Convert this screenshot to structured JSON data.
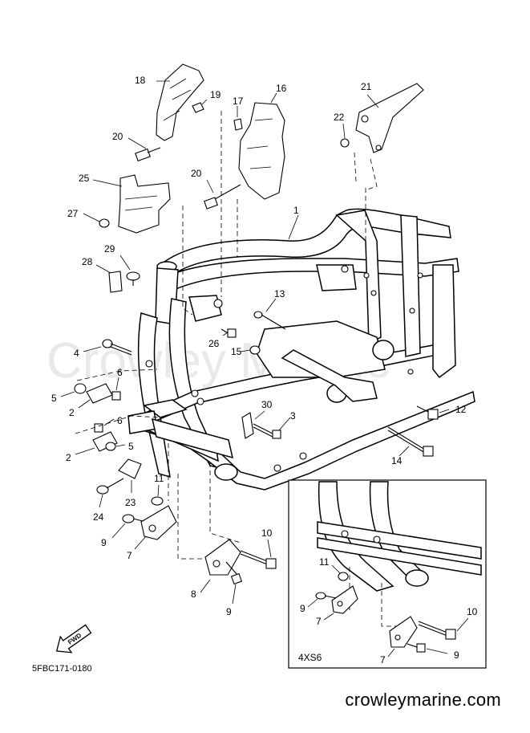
{
  "callouts": [
    {
      "id": "c1",
      "label": "1"
    },
    {
      "id": "c2a",
      "label": "2"
    },
    {
      "id": "c2b",
      "label": "2"
    },
    {
      "id": "c3",
      "label": "3"
    },
    {
      "id": "c4",
      "label": "4"
    },
    {
      "id": "c5a",
      "label": "5"
    },
    {
      "id": "c5b",
      "label": "5"
    },
    {
      "id": "c6a",
      "label": "6"
    },
    {
      "id": "c6b",
      "label": "6"
    },
    {
      "id": "c7",
      "label": "7"
    },
    {
      "id": "c8",
      "label": "8"
    },
    {
      "id": "c9a",
      "label": "9"
    },
    {
      "id": "c9b",
      "label": "9"
    },
    {
      "id": "c10",
      "label": "10"
    },
    {
      "id": "c11",
      "label": "11"
    },
    {
      "id": "c12",
      "label": "12"
    },
    {
      "id": "c13",
      "label": "13"
    },
    {
      "id": "c14",
      "label": "14"
    },
    {
      "id": "c15",
      "label": "15"
    },
    {
      "id": "c16",
      "label": "16"
    },
    {
      "id": "c17",
      "label": "17"
    },
    {
      "id": "c18",
      "label": "18"
    },
    {
      "id": "c19",
      "label": "19"
    },
    {
      "id": "c20a",
      "label": "20"
    },
    {
      "id": "c20b",
      "label": "20"
    },
    {
      "id": "c21",
      "label": "21"
    },
    {
      "id": "c22",
      "label": "22"
    },
    {
      "id": "c23",
      "label": "23"
    },
    {
      "id": "c24",
      "label": "24"
    },
    {
      "id": "c25",
      "label": "25"
    },
    {
      "id": "c26",
      "label": "26"
    },
    {
      "id": "c27",
      "label": "27"
    },
    {
      "id": "c28",
      "label": "28"
    },
    {
      "id": "c29",
      "label": "29"
    },
    {
      "id": "c30",
      "label": "30"
    }
  ],
  "inset": {
    "title": "4XS6",
    "callouts": [
      {
        "id": "i11",
        "label": "11"
      },
      {
        "id": "i9a",
        "label": "9"
      },
      {
        "id": "i7a",
        "label": "7"
      },
      {
        "id": "i10",
        "label": "10"
      },
      {
        "id": "i7b",
        "label": "7"
      },
      {
        "id": "i9b",
        "label": "9"
      }
    ]
  },
  "fwd_label": "FWD",
  "drawing_code": "5FBC171-0180",
  "watermark": "Crowley Marine",
  "site_name": "crowleymarine.com"
}
